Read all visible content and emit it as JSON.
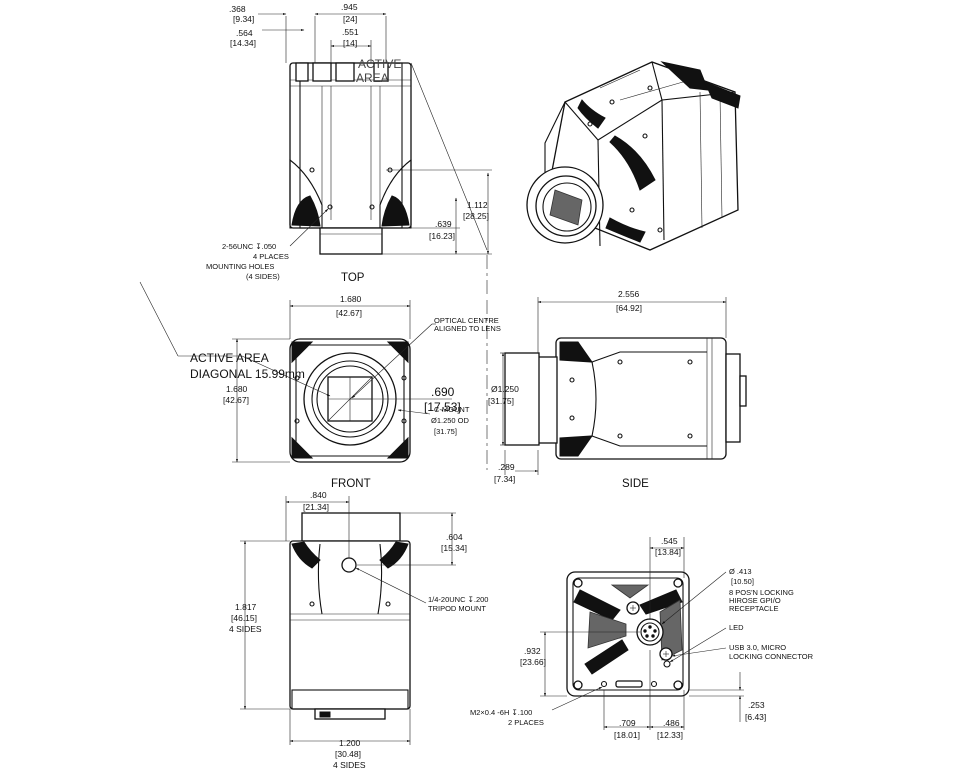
{
  "views": {
    "top": "TOP",
    "front": "FRONT",
    "side": "SIDE"
  },
  "top_view": {
    "dim_368": ".368",
    "dim_368_mm": "[9.34]",
    "dim_564": ".564",
    "dim_564_mm": "[14.34]",
    "dim_945": ".945",
    "dim_945_mm": "[24]",
    "dim_551": ".551",
    "dim_551_mm": "[14]",
    "active_area_1": "ACTIVE",
    "active_area_2": "AREA",
    "dim_1112": "1.112",
    "dim_1112_mm": "[28.25]",
    "dim_639": ".639",
    "dim_639_mm": "[16.23]",
    "mount_note_1": "2-56UNC ↧.050",
    "mount_note_2": "4 PLACES",
    "mount_note_3": "MOUNTING HOLES",
    "mount_note_4": "(4 SIDES)"
  },
  "front_view": {
    "width": "1.680",
    "width_mm": "[42.67]",
    "height": "1.680",
    "height_mm": "[42.67]",
    "optical_1": "OPTICAL CENTRE",
    "optical_2": "ALIGNED TO LENS",
    "active_area_label": "ACTIVE AREA",
    "active_area_diag": "DIAGONAL 15.99mm",
    "dim_690": ".690",
    "dim_690_mm": "[17.53]",
    "cmount": "C-MOUNT",
    "od": "Ø1.250 OD",
    "od_mm": "[31.75]"
  },
  "side_view": {
    "length": "2.556",
    "length_mm": "[64.92]",
    "dia": "Ø1.250",
    "dia_mm": "[31.75]",
    "dim_289": ".289",
    "dim_289_mm": "[7.34]"
  },
  "bottom_view": {
    "dim_840": ".840",
    "dim_840_mm": "[21.34]",
    "dim_604": ".604",
    "dim_604_mm": "[15.34]",
    "dim_1817": "1.817",
    "dim_1817_mm": "[46.15]",
    "dim_1817_sides": "4 SIDES",
    "tripod_1": "1/4-20UNC ↧.200",
    "tripod_2": "TRIPOD MOUNT",
    "dim_1200": "1.200",
    "dim_1200_mm": "[30.48]",
    "dim_1200_sides": "4 SIDES"
  },
  "rear_view": {
    "dim_545": ".545",
    "dim_545_mm": "[13.84]",
    "dim_413": "Ø .413",
    "dim_413_mm": "[10.50]",
    "gpio_1": "8 POS'N LOCKING",
    "gpio_2": "HIROSE GPI/O",
    "gpio_3": "RECEPTACLE",
    "led": "LED",
    "usb_1": "USB 3.0, MICRO",
    "usb_2": "LOCKING CONNECTOR",
    "dim_932": ".932",
    "dim_932_mm": "[23.66]",
    "dim_253": ".253",
    "dim_253_mm": "[6.43]",
    "m2_1": "M2×0.4 -6H ↧.100",
    "m2_2": "2 PLACES",
    "dim_709": ".709",
    "dim_709_mm": "[18.01]",
    "dim_486": ".486",
    "dim_486_mm": "[12.33]"
  }
}
